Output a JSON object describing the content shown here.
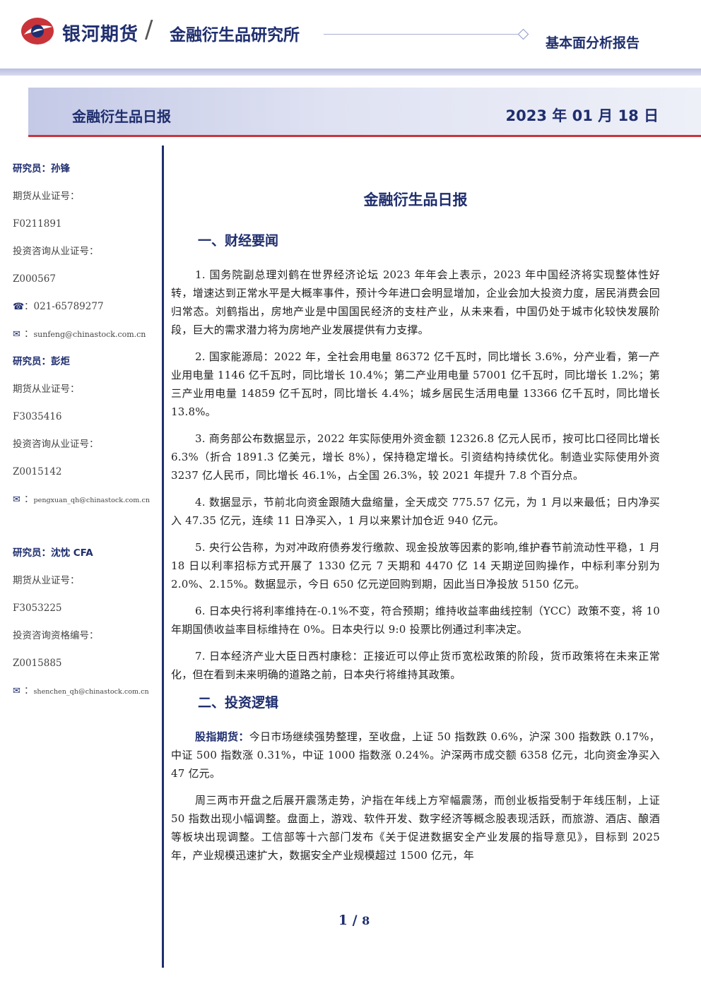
{
  "header": {
    "brand": "银河期货",
    "institute": "金融衍生品研究所",
    "report_type": "基本面分析报告",
    "colors": {
      "navy": "#1f2e6e",
      "red": "#c9343a",
      "band": "#c4c9e6"
    }
  },
  "title_bar": {
    "left": "金融衍生品日报",
    "right": "2023 年 01 月 18 日"
  },
  "sidebar": {
    "analysts": [
      {
        "name": "研究员：孙锋",
        "futures_label": "期货从业证号：",
        "futures_id": "F0211891",
        "consult_label": "投资咨询从业证号：",
        "consult_id": "Z000567",
        "phone": "021-65789277",
        "email": "sunfeng@chinastock.com.cn"
      },
      {
        "name": "研究员：彭炬",
        "futures_label": "期货从业证号：",
        "futures_id": "F3035416",
        "consult_label": "投资咨询从业证号：",
        "consult_id": "Z0015142",
        "email": "pengxuan_qh@chinastock.com.cn"
      },
      {
        "name": "研究员：沈忱  CFA",
        "futures_label": "期货从业证号：",
        "futures_id": "F3053225",
        "consult_label": "投资咨询资格编号：",
        "consult_id": "Z0015885",
        "email": "shenchen_qh@chinastock.com.cn"
      }
    ],
    "icons": {
      "phone": "phone-icon",
      "email": "email-icon"
    }
  },
  "main": {
    "title": "金融衍生品日报",
    "section1": {
      "heading": "一、财经要闻",
      "paras": [
        "1. 国务院副总理刘鹤在世界经济论坛 2023 年年会上表示，2023 年中国经济将实现整体性好转，增速达到正常水平是大概率事件，预计今年进口会明显增加，企业会加大投资力度，居民消费会回归常态。刘鹤指出，房地产业是中国国民经济的支柱产业，从未来看，中国仍处于城市化较快发展阶段，巨大的需求潜力将为房地产业发展提供有力支撑。",
        "2. 国家能源局：2022 年，全社会用电量 86372 亿千瓦时，同比增长 3.6%，分产业看，第一产业用电量 1146 亿千瓦时，同比增长 10.4%；第二产业用电量 57001 亿千瓦时，同比增长 1.2%；第三产业用电量 14859 亿千瓦时，同比增长 4.4%；城乡居民生活用电量 13366 亿千瓦时，同比增长 13.8%。",
        "3. 商务部公布数据显示，2022 年实际使用外资金额 12326.8 亿元人民币，按可比口径同比增长 6.3%（折合 1891.3 亿美元，增长 8%），保持稳定增长。引资结构持续优化。制造业实际使用外资 3237 亿人民币，同比增长 46.1%，占全国 26.3%，较 2021 年提升 7.8 个百分点。",
        "4. 数据显示，节前北向资金跟随大盘缩量，全天成交 775.57 亿元，为 1 月以来最低；日内净买入 47.35 亿元，连续 11 日净买入，1 月以来累计加仓近 940 亿元。",
        "5. 央行公告称，为对冲政府债券发行缴款、现金投放等因素的影响,维护春节前流动性平稳，1 月 18 日以利率招标方式开展了 1330 亿元 7 天期和 4470 亿 14 天期逆回购操作，中标利率分别为 2.0%、2.15%。数据显示，今日 650 亿元逆回购到期，因此当日净投放 5150 亿元。",
        "6. 日本央行将利率维持在-0.1%不变，符合预期；维持收益率曲线控制（YCC）政策不变，将 10 年期国债收益率目标维持在 0%。日本央行以 9:0 投票比例通过利率决定。",
        "7. 日本经济产业大臣日西村康稔：正接近可以停止货币宽松政策的阶段，货币政策将在未来正常化，但在看到未来明确的道路之前，日本央行将维持其政策。"
      ]
    },
    "section2": {
      "heading": "二、投资逻辑",
      "p1_lead": "股指期货：",
      "p1": "今日市场继续强势整理，至收盘，上证 50 指数跌 0.6%，沪深 300 指数跌 0.17%，中证 500 指数涨 0.31%，中证 1000 指数涨 0.24%。沪深两市成交额 6358 亿元，北向资金净买入 47 亿元。",
      "p2": "周三两市开盘之后展开震荡走势，沪指在年线上方窄幅震荡，而创业板指受制于年线压制，上证 50 指数出现小幅调整。盘面上，游戏、软件开发、数字经济等概念股表现活跃，而旅游、酒店、酿酒等板块出现调整。工信部等十六部门发布《关于促进数据安全产业发展的指导意见》，目标到 2025 年，产业规模迅速扩大，数据安全产业规模超过 1500 亿元，年"
    }
  },
  "footer": {
    "page": "1",
    "sep": " / ",
    "total": "8"
  }
}
